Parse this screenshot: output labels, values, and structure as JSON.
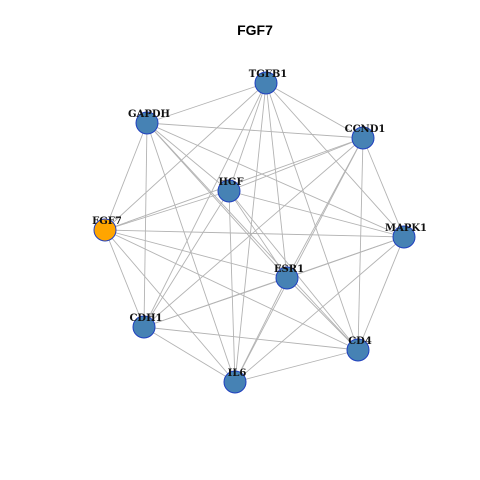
{
  "title": "FGF7",
  "colors": {
    "node_default": "#4682b4",
    "node_highlight": "#ffa500",
    "node_border": "#1f3fbf",
    "edge": "#b3b3b3"
  },
  "nodes": [
    {
      "id": "TGFB1",
      "label": "TGFB1",
      "highlight": false
    },
    {
      "id": "GAPDH",
      "label": "GAPDH",
      "highlight": false
    },
    {
      "id": "CCND1",
      "label": "CCND1",
      "highlight": false
    },
    {
      "id": "HGF",
      "label": "HGF",
      "highlight": false
    },
    {
      "id": "FGF7",
      "label": "FGF7",
      "highlight": true
    },
    {
      "id": "MAPK1",
      "label": "MAPK1",
      "highlight": false
    },
    {
      "id": "ESR1",
      "label": "ESR1",
      "highlight": false
    },
    {
      "id": "CDH1",
      "label": "CDH1",
      "highlight": false
    },
    {
      "id": "CD4",
      "label": "CD4",
      "highlight": false
    },
    {
      "id": "IL6",
      "label": "IL6",
      "highlight": false
    }
  ],
  "edges": [
    [
      "TGFB1",
      "GAPDH"
    ],
    [
      "TGFB1",
      "CCND1"
    ],
    [
      "TGFB1",
      "HGF"
    ],
    [
      "TGFB1",
      "FGF7"
    ],
    [
      "TGFB1",
      "MAPK1"
    ],
    [
      "TGFB1",
      "ESR1"
    ],
    [
      "TGFB1",
      "CDH1"
    ],
    [
      "TGFB1",
      "CD4"
    ],
    [
      "TGFB1",
      "IL6"
    ],
    [
      "GAPDH",
      "CCND1"
    ],
    [
      "GAPDH",
      "HGF"
    ],
    [
      "GAPDH",
      "FGF7"
    ],
    [
      "GAPDH",
      "MAPK1"
    ],
    [
      "GAPDH",
      "ESR1"
    ],
    [
      "GAPDH",
      "CDH1"
    ],
    [
      "GAPDH",
      "CD4"
    ],
    [
      "GAPDH",
      "IL6"
    ],
    [
      "CCND1",
      "HGF"
    ],
    [
      "CCND1",
      "FGF7"
    ],
    [
      "CCND1",
      "MAPK1"
    ],
    [
      "CCND1",
      "ESR1"
    ],
    [
      "CCND1",
      "CDH1"
    ],
    [
      "CCND1",
      "CD4"
    ],
    [
      "CCND1",
      "IL6"
    ],
    [
      "HGF",
      "FGF7"
    ],
    [
      "HGF",
      "MAPK1"
    ],
    [
      "HGF",
      "ESR1"
    ],
    [
      "HGF",
      "CDH1"
    ],
    [
      "HGF",
      "CD4"
    ],
    [
      "HGF",
      "IL6"
    ],
    [
      "FGF7",
      "MAPK1"
    ],
    [
      "FGF7",
      "ESR1"
    ],
    [
      "FGF7",
      "CDH1"
    ],
    [
      "FGF7",
      "IL6"
    ],
    [
      "FGF7",
      "CD4"
    ],
    [
      "MAPK1",
      "ESR1"
    ],
    [
      "MAPK1",
      "CDH1"
    ],
    [
      "MAPK1",
      "CD4"
    ],
    [
      "MAPK1",
      "IL6"
    ],
    [
      "ESR1",
      "CDH1"
    ],
    [
      "ESR1",
      "CD4"
    ],
    [
      "ESR1",
      "IL6"
    ],
    [
      "CDH1",
      "CD4"
    ],
    [
      "CDH1",
      "IL6"
    ],
    [
      "CD4",
      "IL6"
    ]
  ]
}
